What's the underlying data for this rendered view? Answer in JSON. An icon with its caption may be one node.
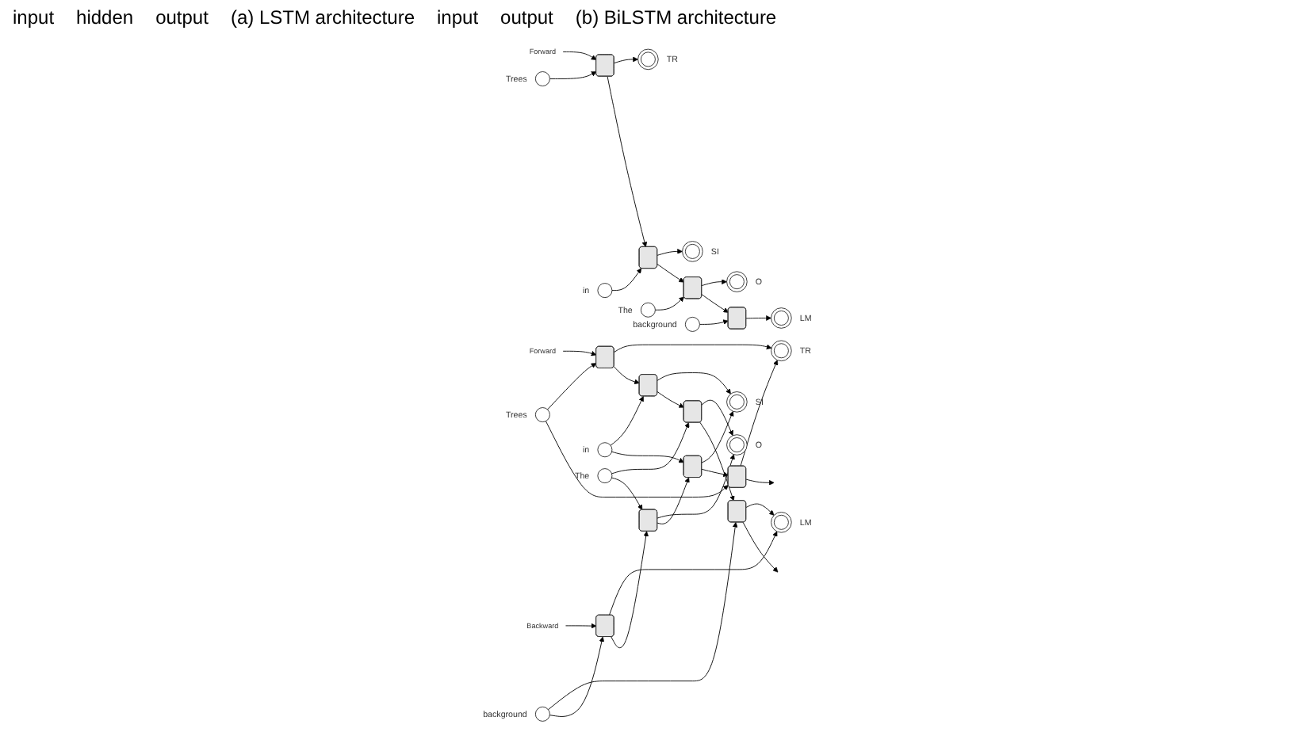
{
  "diagram": {
    "nodes": [
      {
        "text": [
          "Forward"
        ]
      },
      {
        "text": [],
        "shape": "circle",
        "beside": [
          "Trees"
        ]
      },
      {
        "text": [],
        "shape": "box"
      },
      {
        "text": [],
        "shape": "circle",
        "beside": [
          "TR"
        ]
      },
      {
        "text": [],
        "shape": "circle",
        "beside": [
          "in"
        ]
      },
      {
        "text": [],
        "shape": "box"
      },
      {
        "text": [],
        "shape": "circle",
        "beside": [
          "SI"
        ]
      },
      {
        "text": [],
        "shape": "circle",
        "beside": [
          "The"
        ]
      },
      {
        "text": [],
        "shape": "box"
      },
      {
        "text": [],
        "shape": "circle",
        "beside": [
          "O"
        ]
      },
      {
        "text": [],
        "shape": "circle",
        "beside": [
          "background"
        ]
      },
      {
        "text": [],
        "shape": "box"
      },
      {
        "text": [],
        "shape": "circle",
        "beside": [
          "LM"
        ]
      },
      {
        "text": [
          "Forward"
        ]
      },
      {
        "text": [],
        "shape": "circle",
        "beside": [
          "Trees"
        ]
      },
      {
        "text": [],
        "shape": "box"
      },
      {
        "text": [],
        "shape": "box"
      },
      {
        "text": [],
        "shape": "circle",
        "beside": [
          "TR"
        ]
      },
      {
        "text": [],
        "shape": "circle",
        "beside": [
          "in"
        ]
      },
      {
        "text": [],
        "shape": "box"
      },
      {
        "text": [],
        "shape": "box"
      },
      {
        "text": [],
        "shape": "circle",
        "beside": [
          "SI"
        ]
      },
      {
        "text": [],
        "shape": "circle",
        "beside": [
          "The"
        ]
      },
      {
        "text": [],
        "shape": "box"
      },
      {
        "text": [],
        "shape": "box"
      },
      {
        "text": [],
        "shape": "circle",
        "beside": [
          "O"
        ]
      },
      {
        "text": [],
        "shape": "circle",
        "beside": [
          "background"
        ]
      },
      {
        "text": [],
        "shape": "box"
      },
      {
        "text": [],
        "shape": "box"
      },
      {
        "text": [],
        "shape": "circle",
        "beside": [
          "LM"
        ]
      },
      {
        "text": [
          "Backward"
        ]
      }
    ],
    "edges": [
      {
        "from": 0,
        "to": 2,
        "arrow": "to"
      },
      {
        "from": 1,
        "to": 2,
        "arrow": "to"
      },
      {
        "from": 2,
        "to": 3,
        "arrow": "to"
      },
      {
        "from": 2,
        "to": 5,
        "arrow": "to"
      },
      {
        "from": 4,
        "to": 5,
        "arrow": "to"
      },
      {
        "from": 5,
        "to": 6,
        "arrow": "to"
      },
      {
        "from": 5,
        "to": 8,
        "arrow": "to"
      },
      {
        "from": 7,
        "to": 8,
        "arrow": "to"
      },
      {
        "from": 8,
        "to": 9,
        "arrow": "to"
      },
      {
        "from": 8,
        "to": 11,
        "arrow": "to"
      },
      {
        "from": 10,
        "to": 11,
        "arrow": "to"
      },
      {
        "from": 11,
        "to": 12,
        "arrow": "to"
      },
      {
        "from": 13,
        "to": 15,
        "arrow": "to"
      },
      {
        "from": 14,
        "to": 15,
        "arrow": "to"
      },
      {
        "from": 14,
        "to": 16,
        "arrow": "to"
      },
      {
        "from": 15,
        "to": 17,
        "arrow": "to"
      },
      {
        "from": 16,
        "to": 17,
        "arrow": "to"
      },
      {
        "from": 16,
        "to": null,
        "arrow": "to"
      },
      {
        "from": 15,
        "to": 19,
        "arrow": "to"
      },
      {
        "from": 18,
        "to": 19,
        "arrow": "to"
      },
      {
        "from": 18,
        "to": 20,
        "arrow": "to"
      },
      {
        "from": 19,
        "to": 21,
        "arrow": "to"
      },
      {
        "from": 20,
        "to": 21,
        "arrow": "to"
      },
      {
        "from": 20,
        "to": 16,
        "arrow": "to"
      },
      {
        "from": 19,
        "to": 23,
        "arrow": "to"
      },
      {
        "from": 22,
        "to": 23,
        "arrow": "to"
      },
      {
        "from": 22,
        "to": 24,
        "arrow": "to"
      },
      {
        "from": 23,
        "to": 25,
        "arrow": "to"
      },
      {
        "from": 24,
        "to": 25,
        "arrow": "to"
      },
      {
        "from": 24,
        "to": 20,
        "arrow": "to"
      },
      {
        "from": 23,
        "to": 27,
        "arrow": "to"
      },
      {
        "from": 26,
        "to": 27,
        "arrow": "to"
      },
      {
        "from": 26,
        "to": 28,
        "arrow": "to"
      },
      {
        "from": 27,
        "to": 29,
        "arrow": "to"
      },
      {
        "from": 28,
        "to": 29,
        "arrow": "to"
      },
      {
        "from": 28,
        "to": 24,
        "arrow": "to"
      },
      {
        "from": 27,
        "to": null,
        "arrow": "to"
      },
      {
        "from": 30,
        "to": 28,
        "arrow": "to"
      }
    ],
    "labels": [
      "input",
      "hidden",
      "output",
      "(a) LSTM architecture",
      "input",
      "output",
      "(b) BiLSTM architecture"
    ]
  }
}
